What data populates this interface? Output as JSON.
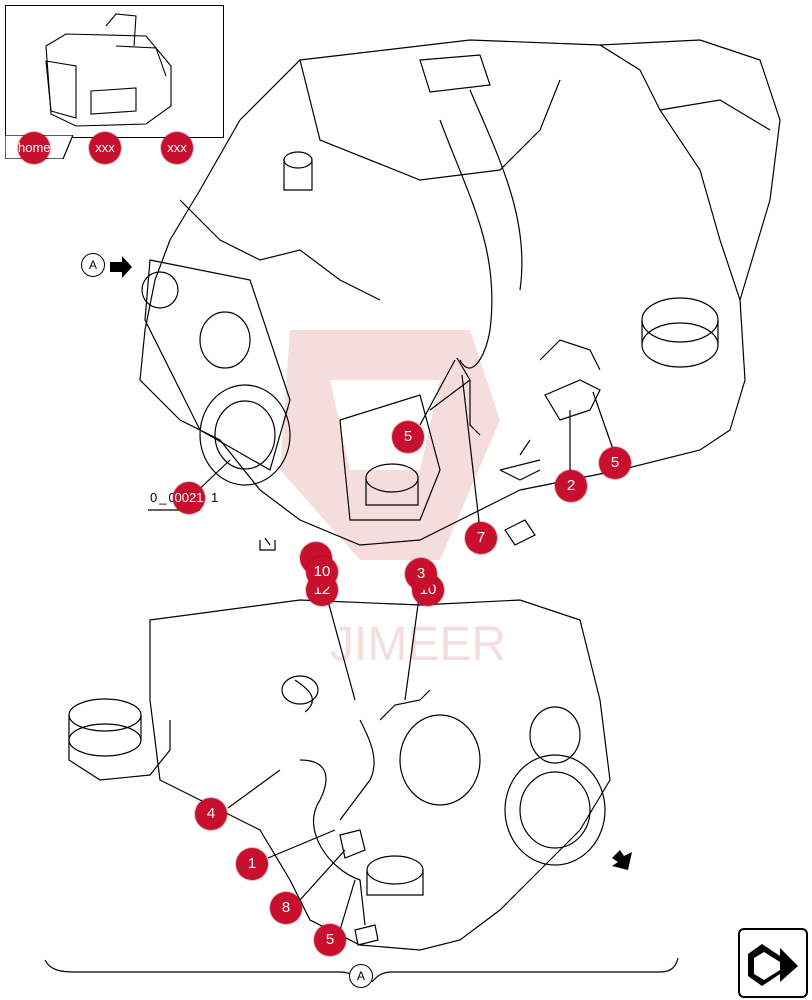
{
  "inset": {
    "home_label": "home",
    "link1_label": "xxx",
    "link2_label": "xxx"
  },
  "reference": {
    "code": "0_0021 1"
  },
  "views": {
    "top_view_marker": "A",
    "bottom_view_marker": "A"
  },
  "callouts": {
    "c5a": "5",
    "c5b": "5",
    "c2": "2",
    "c7": "7",
    "c0021": "0021",
    "c10": "10",
    "c12": "12",
    "c3": "3",
    "c10b": "10",
    "c4": "4",
    "c1": "1",
    "c8": "8",
    "c5c": "5"
  },
  "colors": {
    "callout": "#c8102e",
    "line": "#000000",
    "watermark": "#e8a0a0"
  },
  "icons": {
    "nav": "return-arrow-icon",
    "direction": "arrow-icon"
  }
}
